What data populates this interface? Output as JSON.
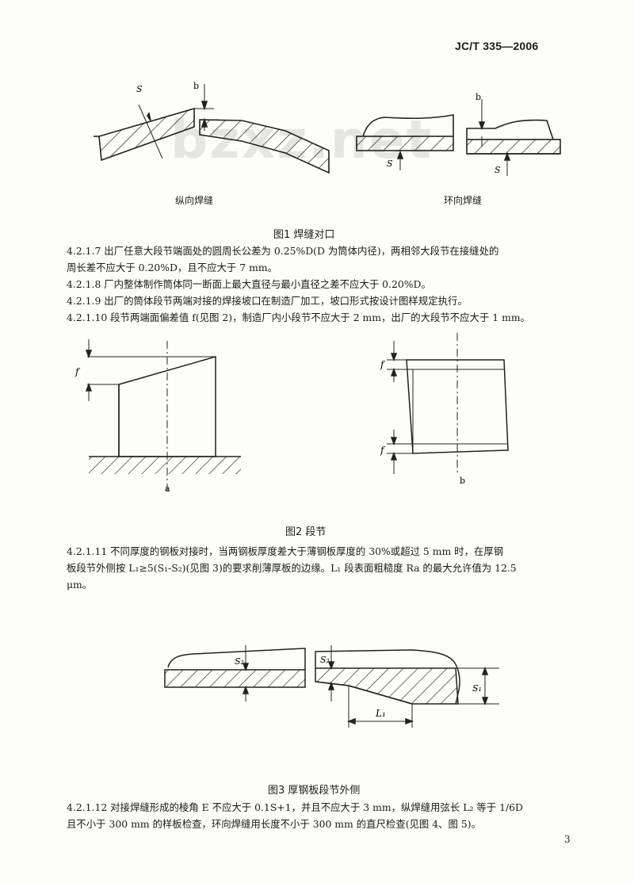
{
  "header": {
    "standard_no": "JC/T 335—2006"
  },
  "watermark": "bzxz.net",
  "fig1": {
    "left_caption": "纵向焊缝",
    "right_caption": "环向焊缝",
    "title": "图1  焊缝对口",
    "label_b": "b",
    "label_s": "S"
  },
  "clauses": {
    "c4217_line1": "4.2.1.7  出厂任意大段节端面处的圆周长公差为 0.25%D(D 为筒体内径)，两相邻大段节在接缝处的",
    "c4217_line2": "周长差不应大于 0.20%D，且不应大于 7 mm。",
    "c4218": "4.2.1.8  厂内整体制作筒体同一断面上最大直径与最小直径之差不应大于 0.20%D。",
    "c4219": "4.2.1.9  出厂的筒体段节两端对接的焊接坡口在制造厂加工，坡口形式按设计图样规定执行。",
    "c42110": "4.2.1.10  段节两端面偏差值 f(见图 2)，制造厂内小段节不应大于 2 mm，出厂的大段节不应大于 1 mm。",
    "c42111_line1": "4.2.1.11  不同厚度的钢板对接时，当两钢板厚度差大于薄钢板厚度的 30%或超过 5 mm 时，在厚钢",
    "c42111_line2": "板段节外侧按 L₁≥5(S₁-S₂)(见图 3)的要求削薄厚板的边缘。L₁ 段表面粗糙度 Ra 的最大允许值为 12.5",
    "c42111_line3": "μm。",
    "c42112_line1": "4.2.1.12  对接焊缝形成的棱角 E 不应大于 0.1S+1，并且不应大于 3 mm，纵焊缝用弦长 L₂ 等于 1/6D",
    "c42112_line2": "且不小于 300 mm 的样板检查，环向焊缝用长度不小于 300 mm 的直尺检查(见图 4、图 5)。"
  },
  "fig2": {
    "label_f": "f",
    "sub_a": "a",
    "sub_b": "b",
    "title": "图2  段节"
  },
  "fig3": {
    "label_s2": "S₂",
    "label_s1": "S₁",
    "label_l1": "L₁",
    "title": "图3  厚钢板段节外侧"
  },
  "page_number": "3"
}
